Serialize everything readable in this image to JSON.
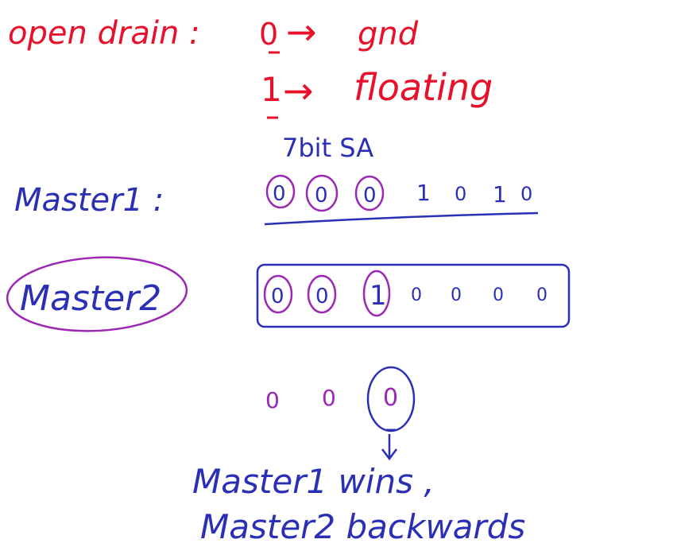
{
  "canvas": {
    "background": "#ffffff"
  },
  "colors": {
    "red": "#e8102a",
    "blue": "#2a2fb5",
    "purple": "#9b27b4"
  },
  "open_drain": {
    "label": "open drain :",
    "zero_line": {
      "bit": "0",
      "arrow": "→",
      "meaning": "gnd"
    },
    "one_line": {
      "bit": "1",
      "arrow": "→",
      "meaning": "floating"
    }
  },
  "address": {
    "caption": "7bit SA",
    "master1": {
      "label": "Master1 :",
      "bits": [
        "0",
        "0",
        "0",
        "1",
        "0",
        "1",
        "0"
      ],
      "circled": [
        0,
        1,
        2
      ]
    },
    "master2": {
      "label": "Master2",
      "bits": [
        "0",
        "0",
        "1",
        "0",
        "0",
        "0",
        "0"
      ],
      "circled": [
        0,
        1,
        2
      ]
    }
  },
  "result": {
    "bits": [
      "0",
      "0",
      "0"
    ],
    "line1": "Master1 wins ,",
    "line2": "Master2 backwards"
  }
}
